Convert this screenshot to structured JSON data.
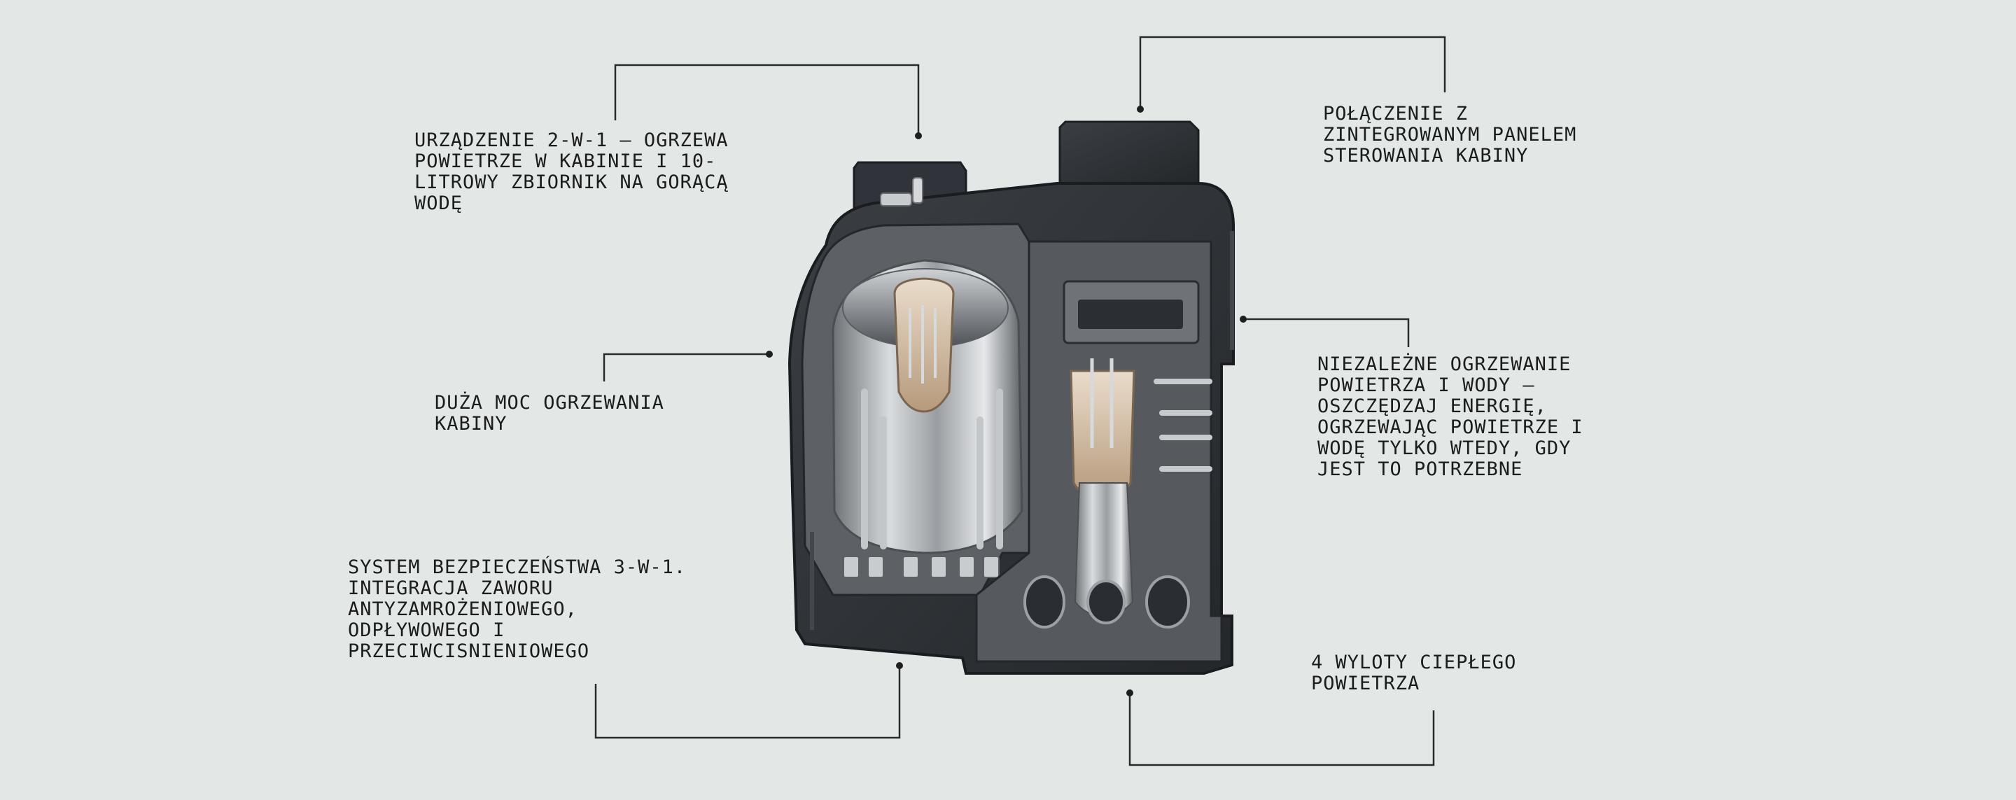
{
  "colors": {
    "background": "#e3e8e7",
    "text": "#1b1c1c",
    "leader_line": "#2a2b2b",
    "housing_dark": "#2e3135",
    "housing_edge": "#43474c",
    "steel": "#b9bcbf"
  },
  "product_image": {
    "icon": "heater-cutaway-illustration"
  },
  "callouts": [
    {
      "id": "two-in-one",
      "text": "URZĄDZENIE 2-W-1 – OGRZEWA\nPOWIETRZE W KABINIE I 10-\nLITROWY ZBIORNIK NA GORĄCĄ\nWODĘ"
    },
    {
      "id": "cabin-panel",
      "text": "POŁĄCZENIE Z\nZINTEGROWANYM PANELEM\nSTEROWANIA KABINY"
    },
    {
      "id": "heating-power",
      "text": "DUŻA MOC OGRZEWANIA\nKABINY"
    },
    {
      "id": "independent-heating",
      "text": "NIEZALEŻNE OGRZEWANIE\nPOWIETRZA I WODY –\nOSZCZĘDZAJ ENERGIĘ,\nOGRZEWAJĄC POWIETRZE I\nWODĘ TYLKO WTEDY, GDY\nJEST TO POTRZEBNE"
    },
    {
      "id": "safety-system",
      "text": "SYSTEM BEZPIECZEŃSTWA 3-W-1.\nINTEGRACJA ZAWORU\nANTYZAMROŻENIOWEGO,\nODPŁYWOWEGO I\nPRZECIWCISNIENIOWEGO"
    },
    {
      "id": "air-outlets",
      "text": "4 WYLOTY CIEPŁEGO\nPOWIETRZA"
    }
  ]
}
